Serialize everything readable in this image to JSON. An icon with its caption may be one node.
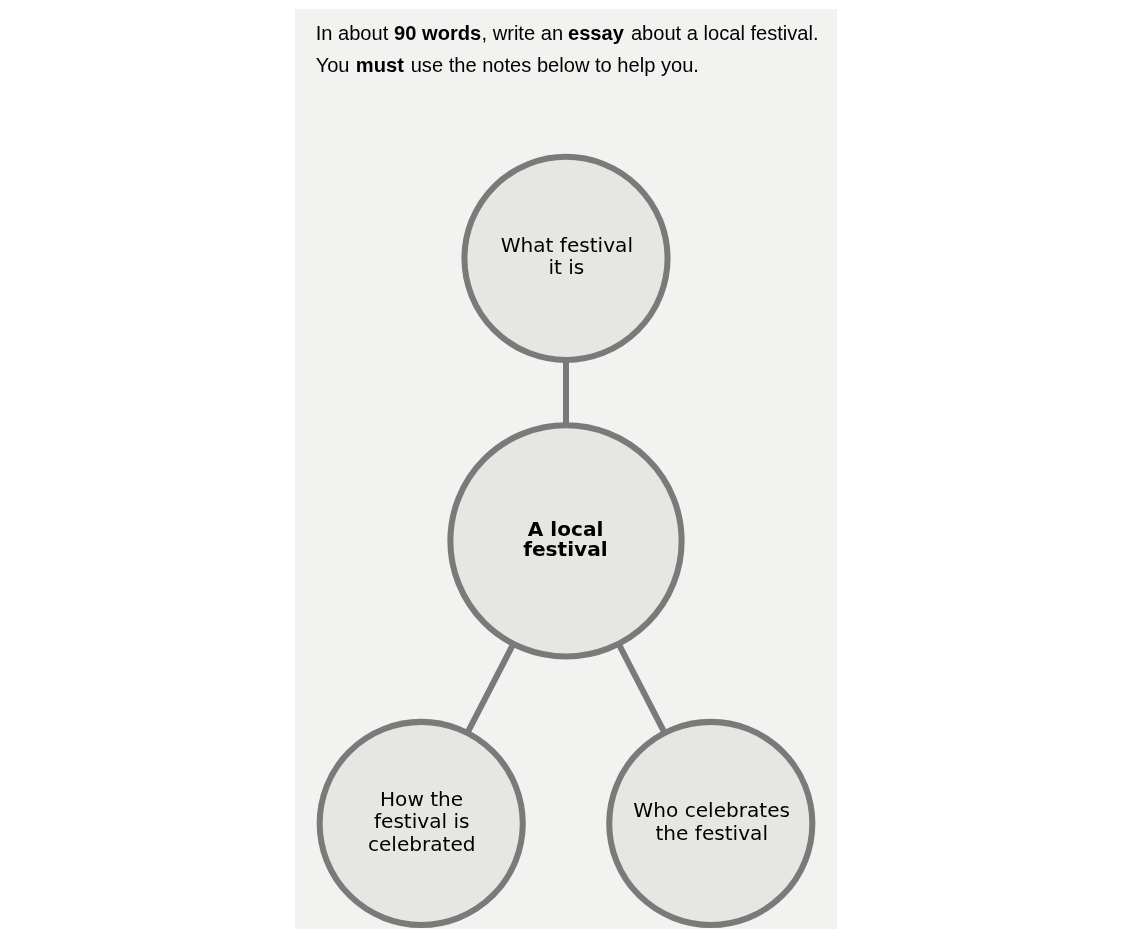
{
  "diagram": {
    "nodes": [
      {
        "text": [
          "What festival it is"
        ]
      },
      {
        "text": [
          "A local festival"
        ]
      },
      {
        "text": [
          "How the festival is celebrated"
        ]
      },
      {
        "text": [
          "Who celebrates the festival"
        ]
      }
    ],
    "edges": [
      {
        "from": 0,
        "to": 1,
        "arrow": "none"
      },
      {
        "from": 1,
        "to": 2,
        "arrow": "none"
      },
      {
        "from": 1,
        "to": 3,
        "arrow": "none"
      }
    ],
    "labels": [
      "In about **90 words**, write an **essay** about a local festival.",
      "You **must** use the notes below to help you."
    ]
  }
}
